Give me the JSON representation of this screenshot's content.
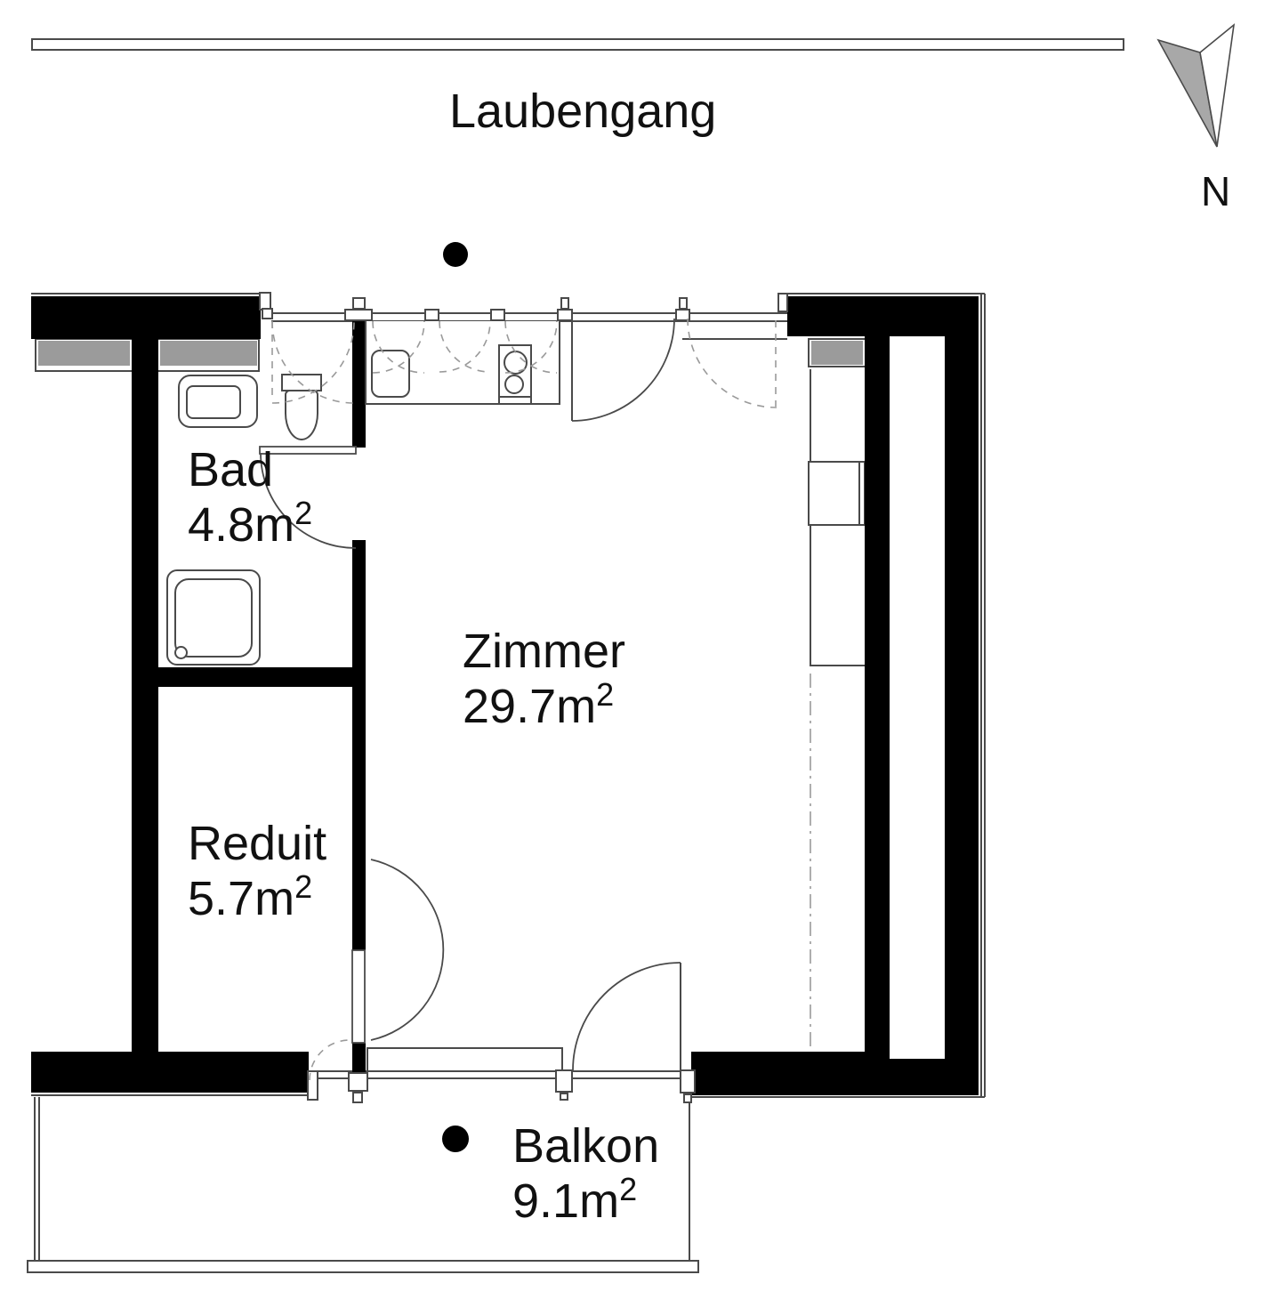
{
  "title": "Laubengang",
  "compass": {
    "label": "N"
  },
  "labels": {
    "rooms": [
      {
        "id": "bad",
        "name": "Bad",
        "area": "4.8m",
        "sup": "2"
      },
      {
        "id": "zimmer",
        "name": "Zimmer",
        "area": "29.7m",
        "sup": "2"
      },
      {
        "id": "reduit",
        "name": "Reduit",
        "area": "5.7m",
        "sup": "2"
      },
      {
        "id": "balkon",
        "name": "Balkon",
        "area": "9.1m",
        "sup": "2"
      }
    ]
  },
  "colors": {
    "wall": "#000000",
    "line": "#4a4a4a",
    "dashed": "#9a9a9a",
    "sill_gray": "#9b9b9b",
    "arrow_gray": "#a8a8a8",
    "text": "#111111"
  }
}
